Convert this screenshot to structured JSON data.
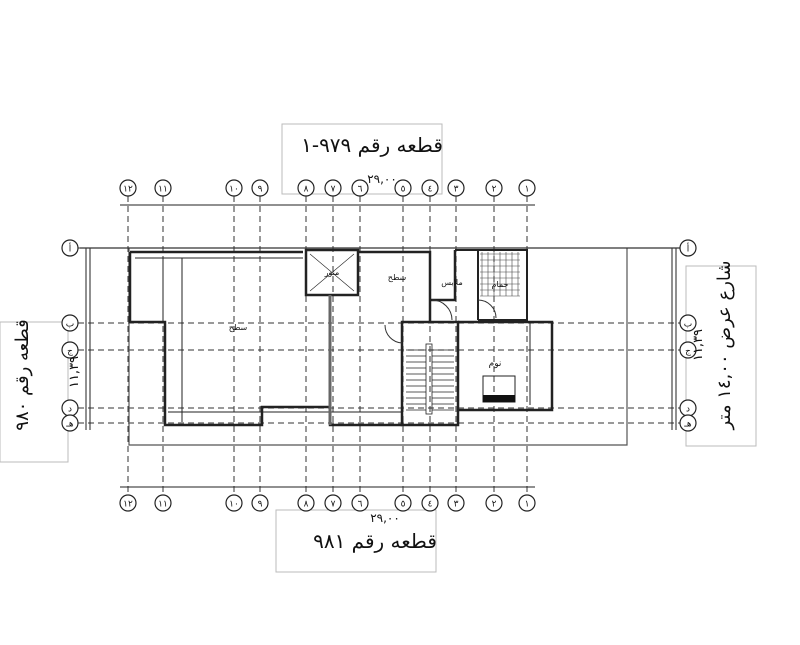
{
  "labels": {
    "plot_top": "قطعه رقم ٩٧٩-١",
    "plot_bottom": "قطعه رقم ٩٨١",
    "plot_left": "قطعه رقم ٩٨٠",
    "street_right": "شارع عرض ١٤,٠٠ متر",
    "length_top": "٢٩,٠٠",
    "length_bottom": "٢٩,٠٠",
    "width_left": "١١,٣٩",
    "width_right": "١١,٣٩"
  },
  "grid": {
    "columns": [
      "١٢",
      "١١",
      "١٠",
      "٩",
      "٨",
      "٧",
      "٦",
      "٥",
      "٤",
      "٣",
      "٢",
      "١"
    ],
    "rows": [
      "أ",
      "ب",
      "ج",
      "د",
      "هـ"
    ]
  },
  "rooms": {
    "roof_main": "سطح",
    "roof_small": "سطح",
    "light_well": "منور",
    "dressing": "ملابس",
    "bathroom": "حمام",
    "bedroom": "نوم"
  }
}
